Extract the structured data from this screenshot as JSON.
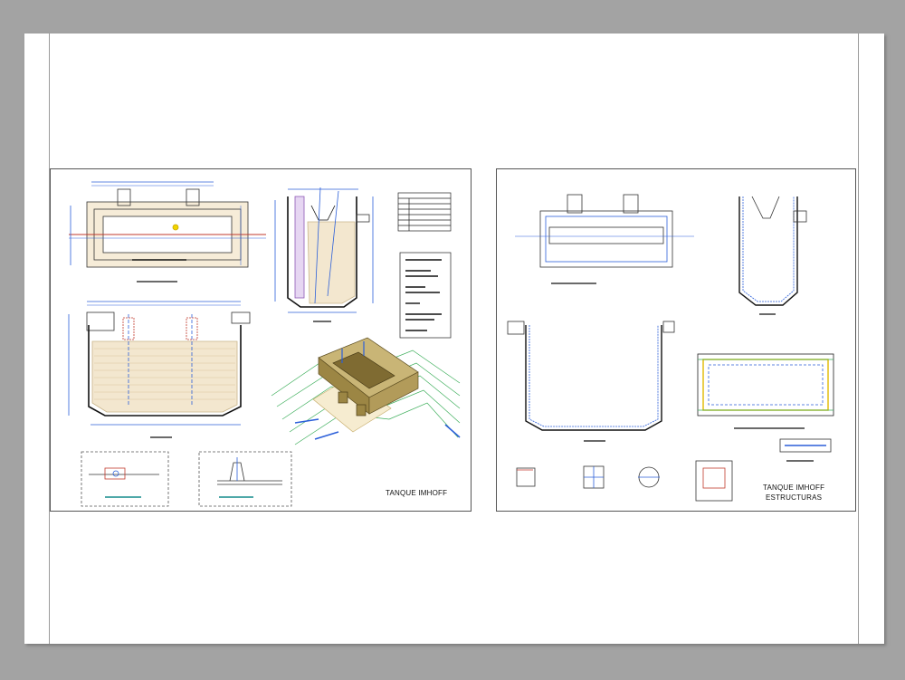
{
  "sheets": [
    {
      "title_line1": "TANQUE IMHOFF",
      "title_line2": ""
    },
    {
      "title_line1": "TANQUE IMHOFF",
      "title_line2": "ESTRUCTURAS"
    }
  ],
  "colors": {
    "background": "#a3a3a3",
    "paper": "#ffffff",
    "dimension": "#2b5fd9",
    "annotation": "#c0392b",
    "section_fill": "#f3e7cf",
    "iso_model": "#b29b5a",
    "terrain": "#3cae5a",
    "detail_label": "#148c8c"
  }
}
